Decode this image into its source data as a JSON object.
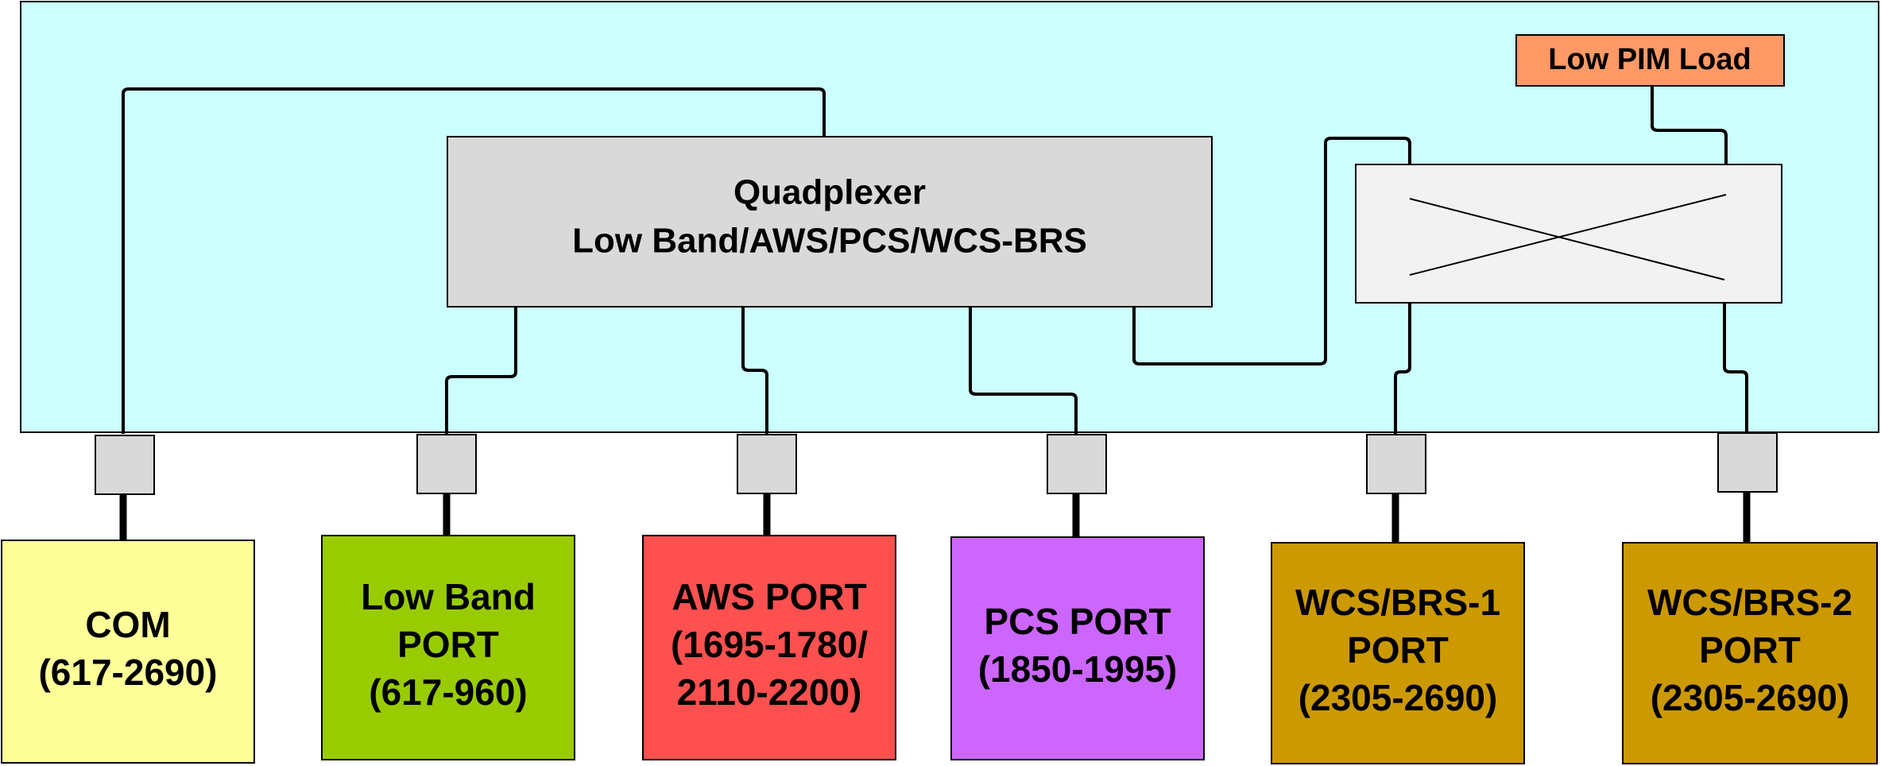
{
  "load": {
    "label": "Low PIM Load",
    "color": "#ff9966"
  },
  "quadplexer": {
    "line1": "Quadplexer",
    "line2": "Low Band/AWS/PCS/WCS-BRS",
    "color": "#d9d9d9"
  },
  "enclosure": {
    "color": "#ccffff"
  },
  "hybrid": {
    "color": "#f2f2f2"
  },
  "connector": {
    "color": "#d9d9d9"
  },
  "ports": [
    {
      "id": "com",
      "lines": [
        "COM",
        "(617-2690)"
      ],
      "color": "#ffff99"
    },
    {
      "id": "low-band",
      "lines": [
        "Low Band",
        "PORT",
        "(617-960)"
      ],
      "color": "#99cc00"
    },
    {
      "id": "aws",
      "lines": [
        "AWS PORT",
        "(1695-1780/",
        "2110-2200)"
      ],
      "color": "#ff5050"
    },
    {
      "id": "pcs",
      "lines": [
        "PCS PORT",
        "(1850-1995)"
      ],
      "color": "#cc66ff"
    },
    {
      "id": "wcs-brs-1",
      "lines": [
        "WCS/BRS-1",
        "PORT",
        "(2305-2690)"
      ],
      "color": "#cc9900"
    },
    {
      "id": "wcs-brs-2",
      "lines": [
        "WCS/BRS-2",
        "PORT",
        "(2305-2690)"
      ],
      "color": "#cc9900"
    }
  ]
}
